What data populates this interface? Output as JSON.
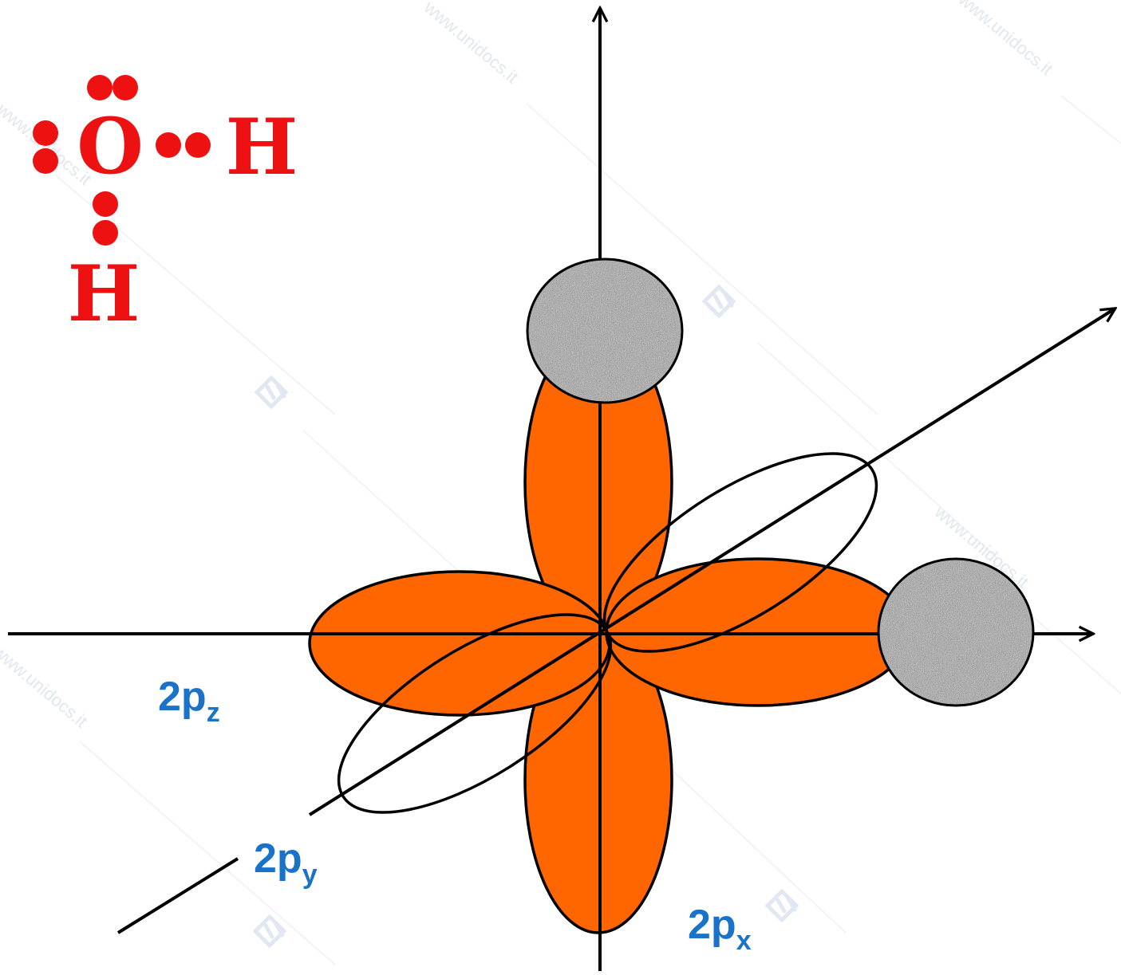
{
  "lewis_structure": {
    "central_atom": "O",
    "bonded_atom_right": "H",
    "bonded_atom_bottom": "H",
    "color": "#ee1111"
  },
  "orbitals": {
    "lobe_color": "#ff6600",
    "hydrogen_fill": "#9a9a9a",
    "labels": {
      "pz": {
        "main": "2p",
        "sub": "z"
      },
      "py": {
        "main": "2p",
        "sub": "y"
      },
      "px": {
        "main": "2p",
        "sub": "x"
      }
    },
    "label_color": "#1a73c8"
  },
  "watermark": {
    "text": "www.unidocs.it",
    "logo_icon": "unidocs-logo-icon"
  }
}
